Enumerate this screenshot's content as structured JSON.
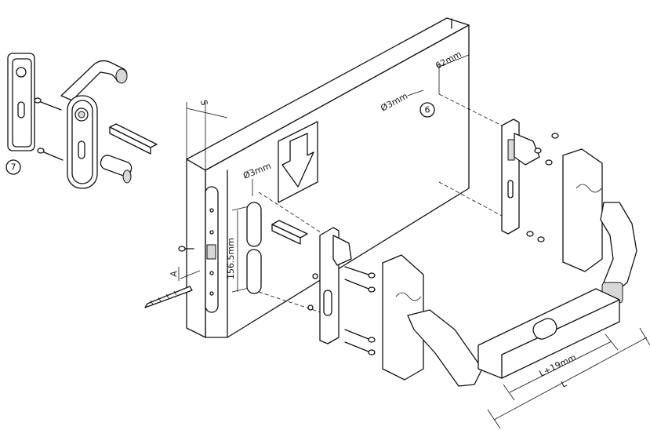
{
  "labels": {
    "door_thickness": "S",
    "latch_width": "62mm",
    "drill_diameter_top": "Ø3mm",
    "drill_diameter_side": "Ø3mm",
    "fixing_height": "156.5mm",
    "cut_length": "L+19mm",
    "bar_length": "L",
    "section_marker": "A"
  },
  "callouts": {
    "handle_set": "7",
    "strike_plate": "6"
  }
}
